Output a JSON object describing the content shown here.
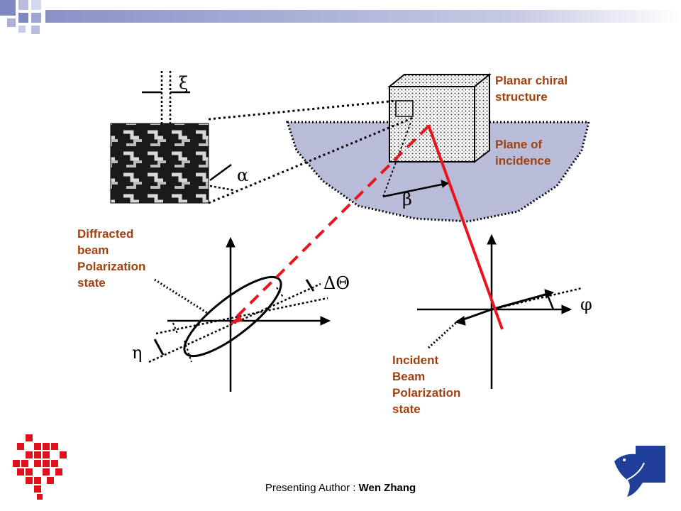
{
  "labels": {
    "planar_chiral": [
      "Planar chiral",
      "structure"
    ],
    "plane_incidence": [
      "Plane of",
      "incidence"
    ],
    "diffracted": [
      "Diffracted",
      "beam",
      "Polarization",
      "state"
    ],
    "incident": [
      "Incident",
      "Beam",
      "Polarization",
      "state"
    ]
  },
  "symbols": {
    "xi": "ξ",
    "alpha": "α",
    "beta": "β",
    "delta_theta": "ΔΘ",
    "eta": "η",
    "phi": "φ"
  },
  "footer": {
    "prefix": "Presenting Author : ",
    "name": "Wen Zhang"
  },
  "colors": {
    "label": "#a0420f",
    "beam": "#e8141e",
    "plane_fill": "#b8bcd8",
    "header_square": "#7f87c0",
    "header_bar_start": "#8a91c8",
    "logo_red": "#e0101c",
    "logo_blue": "#1f3f9a"
  },
  "icons": [
    "header-squares-icon",
    "red-pixel-logo-icon",
    "dolphin-logo-icon"
  ]
}
